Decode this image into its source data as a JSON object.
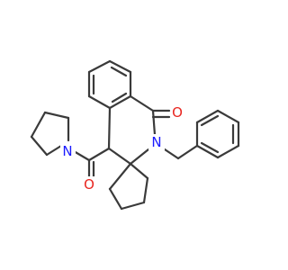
{
  "structure": {
    "atoms": {
      "o_carbonyl_ring": "O",
      "n_ring": "N",
      "n_pyrrolidine": "N",
      "o_amide": "O"
    }
  },
  "colors": {
    "bond": "#3a3a3a",
    "oxygen": "#e8251f",
    "nitrogen": "#1a1aff",
    "background": "#ffffff"
  }
}
